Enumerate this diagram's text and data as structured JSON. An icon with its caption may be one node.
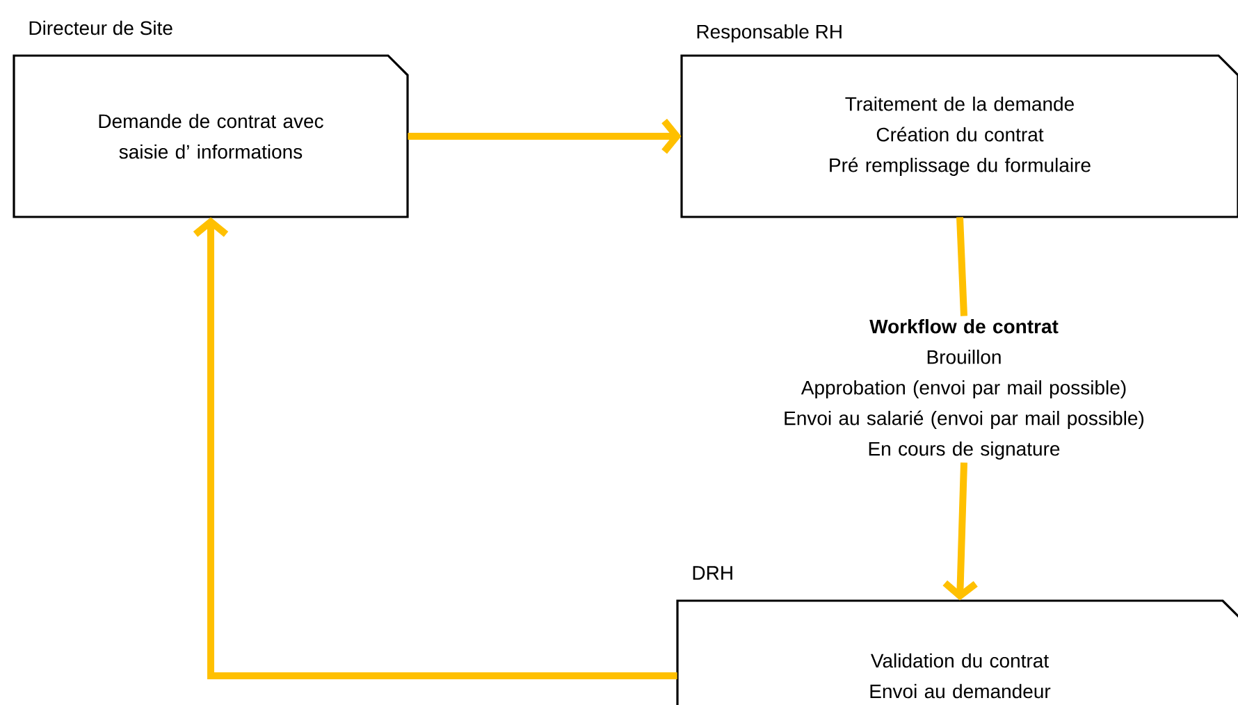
{
  "diagram": {
    "nodes": [
      {
        "text": [
          "Directeur de Site",
          "Demande de contrat avec saisie d’ informations"
        ]
      },
      {
        "text": [
          "Responsable RH",
          "Traitement de la demande",
          "Création du contrat",
          "Pré remplissage du formulaire"
        ]
      },
      {
        "text": [
          "Workflow de contrat",
          "Brouillon",
          "Approbation (envoi par mail possible)",
          "Envoi au salarié  (envoi par mail possible)",
          "En cours de signature"
        ]
      },
      {
        "text": [
          "DRH",
          "Validation du contrat",
          "Envoi au demandeur"
        ]
      }
    ],
    "edges": [
      {
        "from": 0,
        "to": 1,
        "arrow": "to",
        "color": "#ffc000"
      },
      {
        "from": 1,
        "to": 2,
        "arrow": "none",
        "color": "#ffc000"
      },
      {
        "from": 2,
        "to": 3,
        "arrow": "to",
        "color": "#ffc000"
      },
      {
        "from": 3,
        "to": 0,
        "arrow": "to",
        "color": "#ffc000"
      }
    ]
  }
}
